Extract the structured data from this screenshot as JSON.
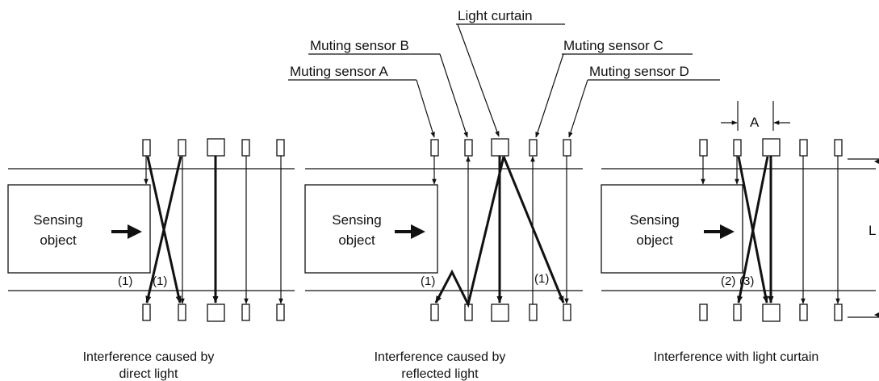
{
  "labels": {
    "light_curtain": "Light curtain",
    "sensor_a": "Muting sensor A",
    "sensor_b": "Muting sensor B",
    "sensor_c": "Muting sensor C",
    "sensor_d": "Muting sensor D",
    "dimension_a": "A"
  },
  "object_text": {
    "line1": "Sensing",
    "line2": "object"
  },
  "markers": {
    "one": "(1)",
    "two": "(2)",
    "three": "(3)"
  },
  "captions": {
    "direct_line1": "Interference caused by",
    "direct_line2": "direct light",
    "reflected_line1": "Interference caused by",
    "reflected_line2": "reflected light",
    "curtain": "Interference with light curtain"
  },
  "edge_label": "L"
}
